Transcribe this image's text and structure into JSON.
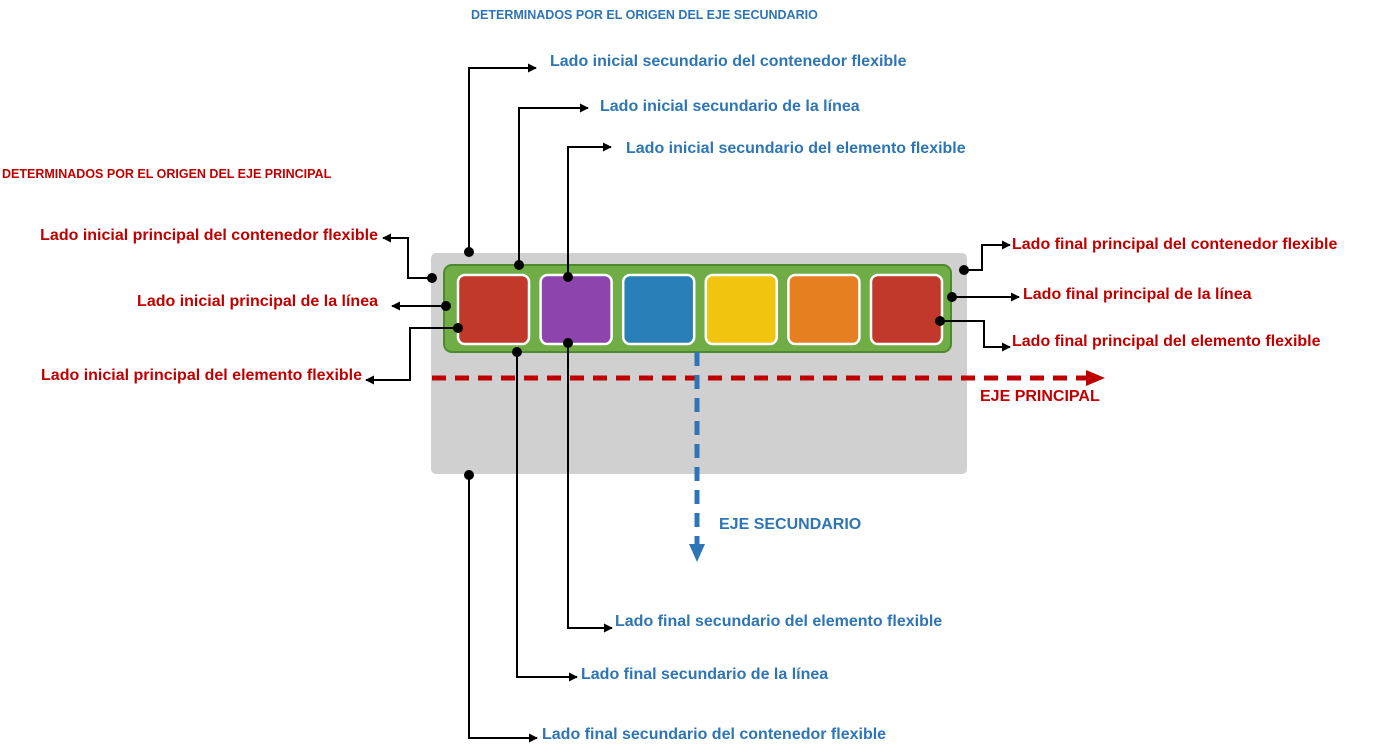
{
  "headers": {
    "cross": "DETERMINADOS POR EL ORIGEN DEL EJE SECUNDARIO",
    "main": "DETERMINADOS POR EL ORIGEN DEL EJE PRINCIPAL"
  },
  "cross_start": {
    "container": "Lado inicial secundario del contenedor flexible",
    "line": "Lado inicial secundario de la línea",
    "item": "Lado inicial secundario del elemento flexible"
  },
  "cross_end": {
    "item": "Lado final secundario del elemento flexible",
    "line": "Lado final secundario de la línea",
    "container": "Lado final secundario del contenedor flexible"
  },
  "main_start": {
    "container": "Lado inicial principal del contenedor flexible",
    "line": "Lado inicial principal de la línea",
    "item": "Lado inicial principal del elemento flexible"
  },
  "main_end": {
    "container": "Lado final principal del contenedor flexible",
    "line": "Lado final principal de la línea",
    "item": "Lado final principal del elemento flexible"
  },
  "axes": {
    "main": "EJE PRINCIPAL",
    "cross": "EJE SECUNDARIO"
  },
  "colors": {
    "container": "#d0d0d0",
    "line": "#70ad47",
    "main_axis": "#c00000",
    "cross_axis": "#2e75b6",
    "items": [
      "#c0392b",
      "#8e44ad",
      "#2980b9",
      "#f1c40f",
      "#e67e22",
      "#c0392b"
    ]
  }
}
